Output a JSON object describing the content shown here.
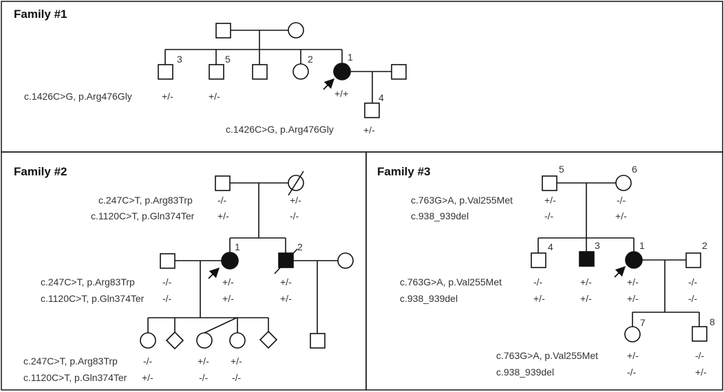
{
  "family1": {
    "title": "Family #1",
    "gen3_mut": "c.1426C>G, p.Arg476Gly",
    "nums": {
      "s3": "3",
      "s5": "5",
      "s2": "2",
      "proband": "1",
      "child": "4"
    },
    "genotypes": {
      "s3": "+/-",
      "s5": "+/-",
      "proband": "+/+",
      "child": "+/-"
    }
  },
  "family2": {
    "title": "Family #2",
    "mut_a": "c.247C>T, p.Arg83Trp",
    "mut_b": "c.1120C>T, p.Gln374Ter",
    "nums": {
      "proband": "1",
      "brother": "2"
    },
    "gen1": {
      "father_a": "-/-",
      "father_b": "+/-",
      "mother_a": "+/-",
      "mother_b": "-/-"
    },
    "gen2": {
      "spouse_a": "-/-",
      "spouse_b": "-/-",
      "proband_a": "+/-",
      "proband_b": "+/-",
      "brother_a": "+/-",
      "brother_b": "+/-"
    },
    "gen3": {
      "c1_a": "-/-",
      "c1_b": "+/-",
      "c3_a": "+/-",
      "c3_b": "-/-",
      "c4_a": "+/-",
      "c4_b": "-/-"
    }
  },
  "family3": {
    "title": "Family #3",
    "mut_a": "c.763G>A, p.Val255Met",
    "mut_b": "c.938_939del",
    "nums": {
      "father": "5",
      "mother": "6",
      "s4": "4",
      "s3": "3",
      "proband": "1",
      "spouse": "2",
      "c7": "7",
      "c8": "8"
    },
    "gen1": {
      "father_a": "+/-",
      "father_b": "-/-",
      "mother_a": "-/-",
      "mother_b": "+/-"
    },
    "gen2": {
      "s4_a": "-/-",
      "s4_b": "+/-",
      "s3_a": "+/-",
      "s3_b": "+/-",
      "proband_a": "+/-",
      "proband_b": "+/-",
      "spouse_a": "-/-",
      "spouse_b": "-/-"
    },
    "gen3": {
      "c7_a": "+/-",
      "c7_b": "-/-",
      "c8_a": "-/-",
      "c8_b": "+/-"
    }
  }
}
